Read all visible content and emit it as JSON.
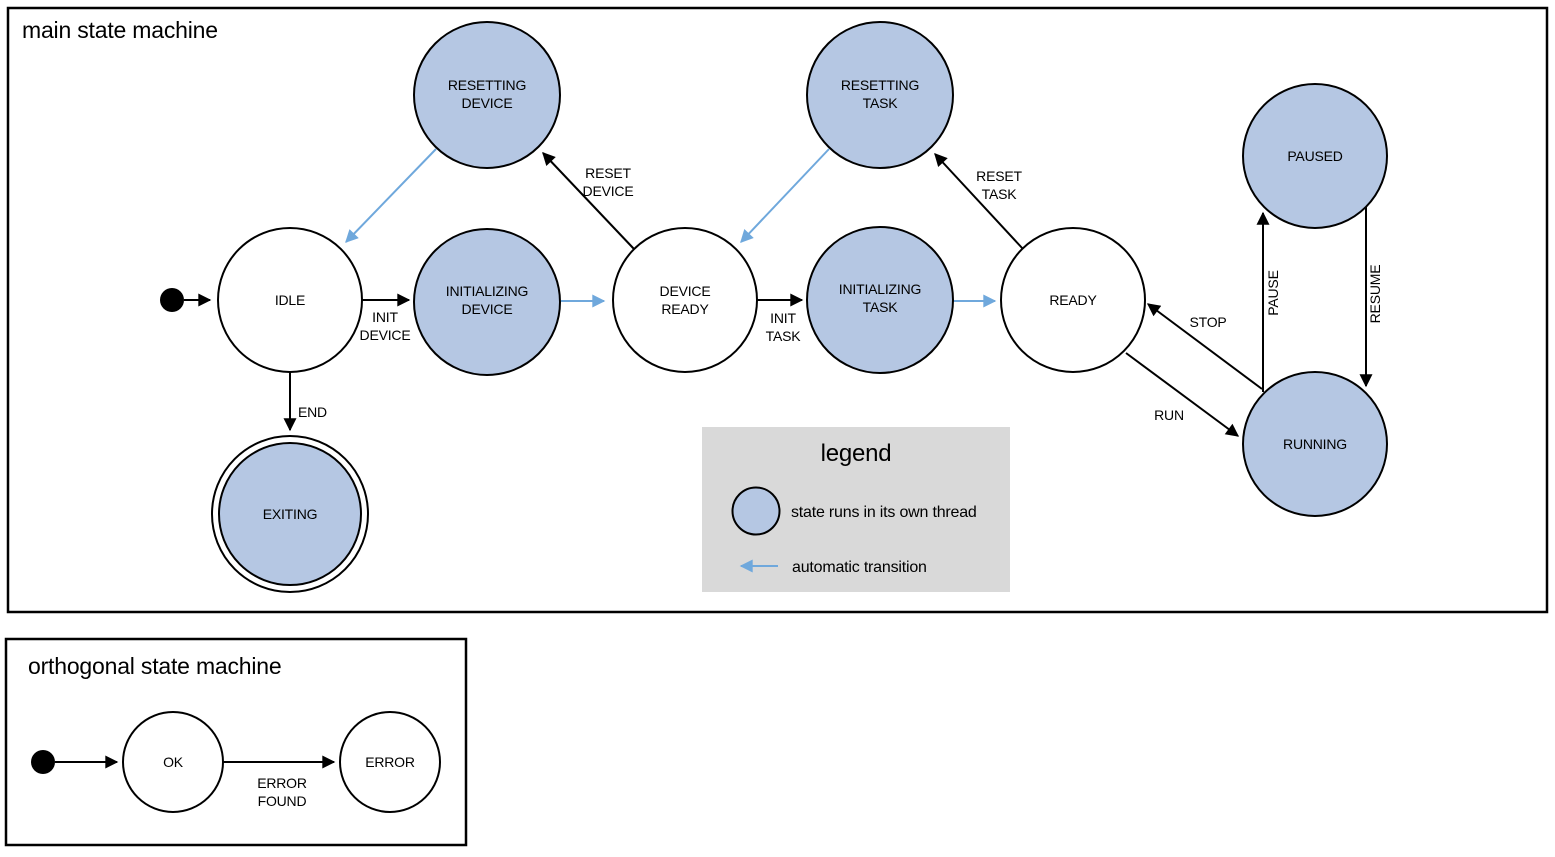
{
  "main": {
    "title": "main state machine",
    "states": {
      "idle": {
        "label": "IDLE"
      },
      "resetting_device": {
        "line1": "RESETTING",
        "line2": "DEVICE"
      },
      "initializing_device": {
        "line1": "INITIALIZING",
        "line2": "DEVICE"
      },
      "device_ready": {
        "line1": "DEVICE",
        "line2": "READY"
      },
      "resetting_task": {
        "line1": "RESETTING",
        "line2": "TASK"
      },
      "initializing_task": {
        "line1": "INITIALIZING",
        "line2": "TASK"
      },
      "ready": {
        "label": "READY"
      },
      "paused": {
        "label": "PAUSED"
      },
      "running": {
        "label": "RUNNING"
      },
      "exiting": {
        "label": "EXITING"
      }
    },
    "transitions": {
      "init_device": {
        "line1": "INIT",
        "line2": "DEVICE"
      },
      "reset_device": {
        "line1": "RESET",
        "line2": "DEVICE"
      },
      "init_task": {
        "line1": "INIT",
        "line2": "TASK"
      },
      "reset_task": {
        "line1": "RESET",
        "line2": "TASK"
      },
      "stop": "STOP",
      "run": "RUN",
      "pause": "PAUSE",
      "resume": "RESUME",
      "end": "END"
    }
  },
  "legend": {
    "title": "legend",
    "thread_state_caption": "state runs in its own thread",
    "auto_transition_caption": "automatic transition"
  },
  "orthogonal": {
    "title": "orthogonal state machine",
    "states": {
      "ok": {
        "label": "OK"
      },
      "error": {
        "label": "ERROR"
      }
    },
    "transitions": {
      "error_found": {
        "line1": "ERROR",
        "line2": "FOUND"
      }
    }
  },
  "colors": {
    "thread_state_fill": "#b5c7e3",
    "auto_transition_blue": "#6fa8dc",
    "legend_bg": "#d9d9d9",
    "stroke": "#000000"
  }
}
